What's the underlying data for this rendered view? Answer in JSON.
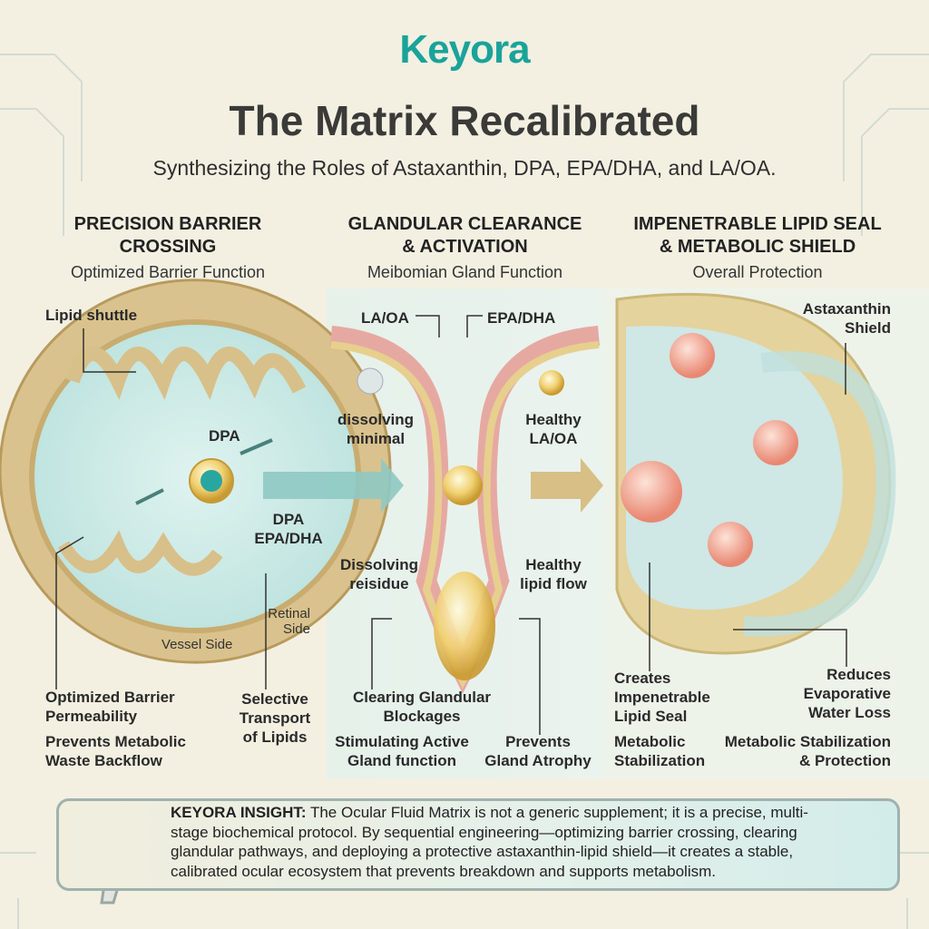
{
  "brand": {
    "logo": "Keyora",
    "accent": "#1aa39a"
  },
  "header": {
    "title": "The Matrix Recalibrated",
    "subtitle": "Synthesizing the Roles of Astaxanthin, DPA, EPA/DHA, and LA/OA."
  },
  "columns": [
    {
      "title_line1": "PRECISION BARRIER",
      "title_line2": "CROSSING",
      "subtitle": "Optimized Barrier Function"
    },
    {
      "title_line1": "GLANDULAR CLEARANCE",
      "title_line2": "& ACTIVATION",
      "subtitle": "Meibomian Gland Function"
    },
    {
      "title_line1": "IMPENETRABLE LIPID SEAL",
      "title_line2": "& METABOLIC SHIELD",
      "subtitle": "Overall Protection"
    }
  ],
  "left": {
    "lipid_shuttle": "Lipid shuttle",
    "dpa": "DPA",
    "dpa2": "DPA",
    "epa_dha": "EPA/DHA",
    "retinal_1": "Retinal",
    "retinal_2": "Side",
    "vessel": "Vessel Side",
    "barrier_1": "Optimized Barrier",
    "barrier_2": "Permeability",
    "waste_1": "Prevents Metabolic",
    "waste_2": "Waste Backflow",
    "transport_1": "Selective",
    "transport_2": "Transport",
    "transport_3": "of Lipids"
  },
  "middle": {
    "la_oa": "LA/OA",
    "epa_dha": "EPA/DHA",
    "dissolving_1": "dissolving",
    "dissolving_2": "minimal",
    "healthy_1": "Healthy",
    "healthy_2": "LA/OA",
    "residue_1": "Dissolving",
    "residue_2": "reisidue",
    "flow_1": "Healthy",
    "flow_2": "lipid flow",
    "clearing_1": "Clearing Glandular",
    "clearing_2": "Blockages",
    "stim_1": "Stimulating Active",
    "stim_2": "Gland function",
    "atrophy_1": "Prevents",
    "atrophy_2": "Gland Atrophy"
  },
  "right": {
    "shield_1": "Astaxanthin",
    "shield_2": "Shield",
    "seal_1": "Creates",
    "seal_2": "Impenetrable",
    "seal_3": "Lipid Seal",
    "water_1": "Reduces",
    "water_2": "Evaporative",
    "water_3": "Water Loss",
    "meta_1": "Metabolic",
    "meta_2": "Stabilization",
    "prot_1": "Metabolic Stabilization",
    "prot_2": "& Protection"
  },
  "insight": {
    "label": "KEYORA INSIGHT:",
    "line1": " The Ocular Fluid Matrix is not a generic supplement; it is a precise, multi-",
    "line2": "stage biochemical protocol. By sequential engineering—optimizing barrier crossing, clearing",
    "line3": "glandular pathways, and deploying a protective astaxanthin-lipid shield—it creates a stable,",
    "line4": "calibrated ocular ecosystem that prevents breakdown and supports metabolism."
  }
}
